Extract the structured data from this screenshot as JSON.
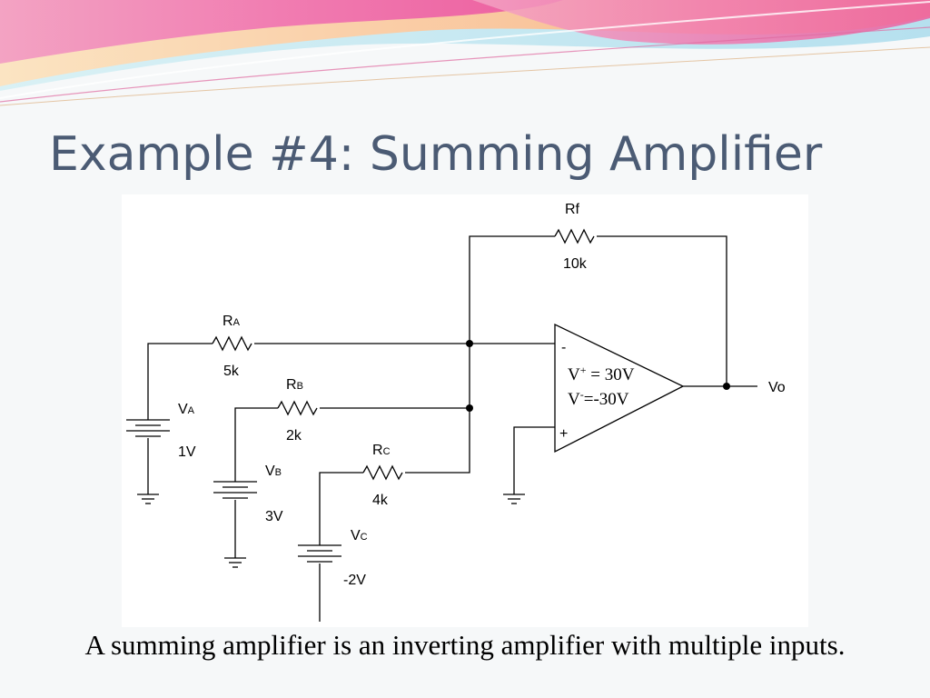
{
  "slide": {
    "title": "Example #4:  Summing Amplifier",
    "caption": "A summing amplifier is an inverting amplifier with multiple inputs."
  },
  "circuit": {
    "feedback_resistor": {
      "name": "Rf",
      "value": "10k"
    },
    "input_resistors": [
      {
        "name": "R",
        "subscript": "A",
        "value": "5k"
      },
      {
        "name": "R",
        "subscript": "B",
        "value": "2k"
      },
      {
        "name": "R",
        "subscript": "C",
        "value": "4k"
      }
    ],
    "sources": [
      {
        "name": "V",
        "subscript": "A",
        "value": "1V"
      },
      {
        "name": "V",
        "subscript": "B",
        "value": "3V"
      },
      {
        "name": "V",
        "subscript": "C",
        "value": "-2V"
      }
    ],
    "opamp": {
      "inverting_label": "-",
      "noninverting_label": "+",
      "supply_pos": {
        "base": "V",
        "sup": "+",
        "value": " = 30V"
      },
      "supply_neg": {
        "base": "V",
        "sup": "-",
        "value": "=-30V"
      }
    },
    "output_label": "Vo"
  },
  "colors": {
    "title": "#4b5b74",
    "banner_pink": "#ee6fa6",
    "banner_peach": "#f8c29e",
    "banner_blue": "#aee0ee"
  }
}
